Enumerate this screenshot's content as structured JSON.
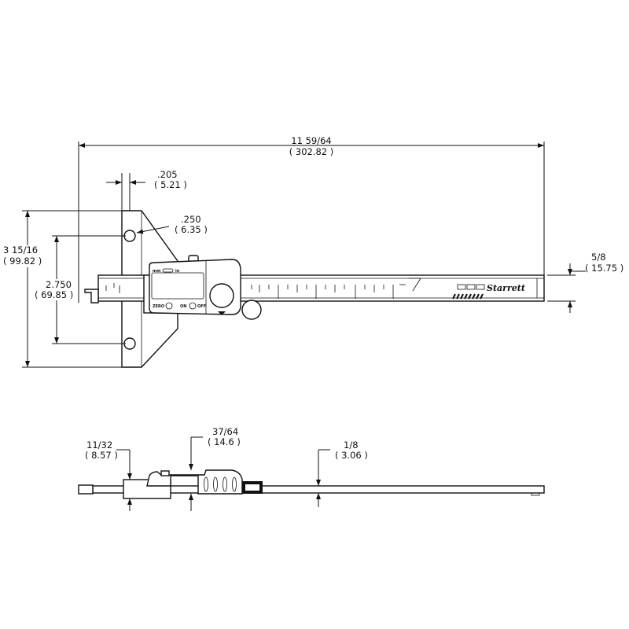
{
  "top_view": {
    "overall_length": {
      "frac": "11 59/64",
      "mm": "( 302.82 )"
    },
    "base_thickness": {
      "frac": ".205",
      "mm": "( 5.21 )"
    },
    "hole_diameter": {
      "frac": ".250",
      "mm": "( 6.35 )"
    },
    "base_length": {
      "frac": "3 15/16",
      "mm": "( 99.82 )"
    },
    "hole_spacing": {
      "frac": "2.750",
      "mm": "( 69.85 )"
    },
    "blade_width": {
      "frac": "5/8",
      "mm": "( 15.75 )"
    },
    "display": {
      "mm_label": "mm",
      "in_label": "in",
      "zero_label": "ZERO",
      "on_label": "ON",
      "off_label": "OFF"
    },
    "brand_logo": "Starrett"
  },
  "side_view": {
    "base_height": {
      "frac": "11/32",
      "mm": "( 8.57 )"
    },
    "head_height": {
      "frac": "37/64",
      "mm": "( 14.6 )"
    },
    "blade_thickness": {
      "frac": "1/8",
      "mm": "( 3.06 )"
    }
  }
}
